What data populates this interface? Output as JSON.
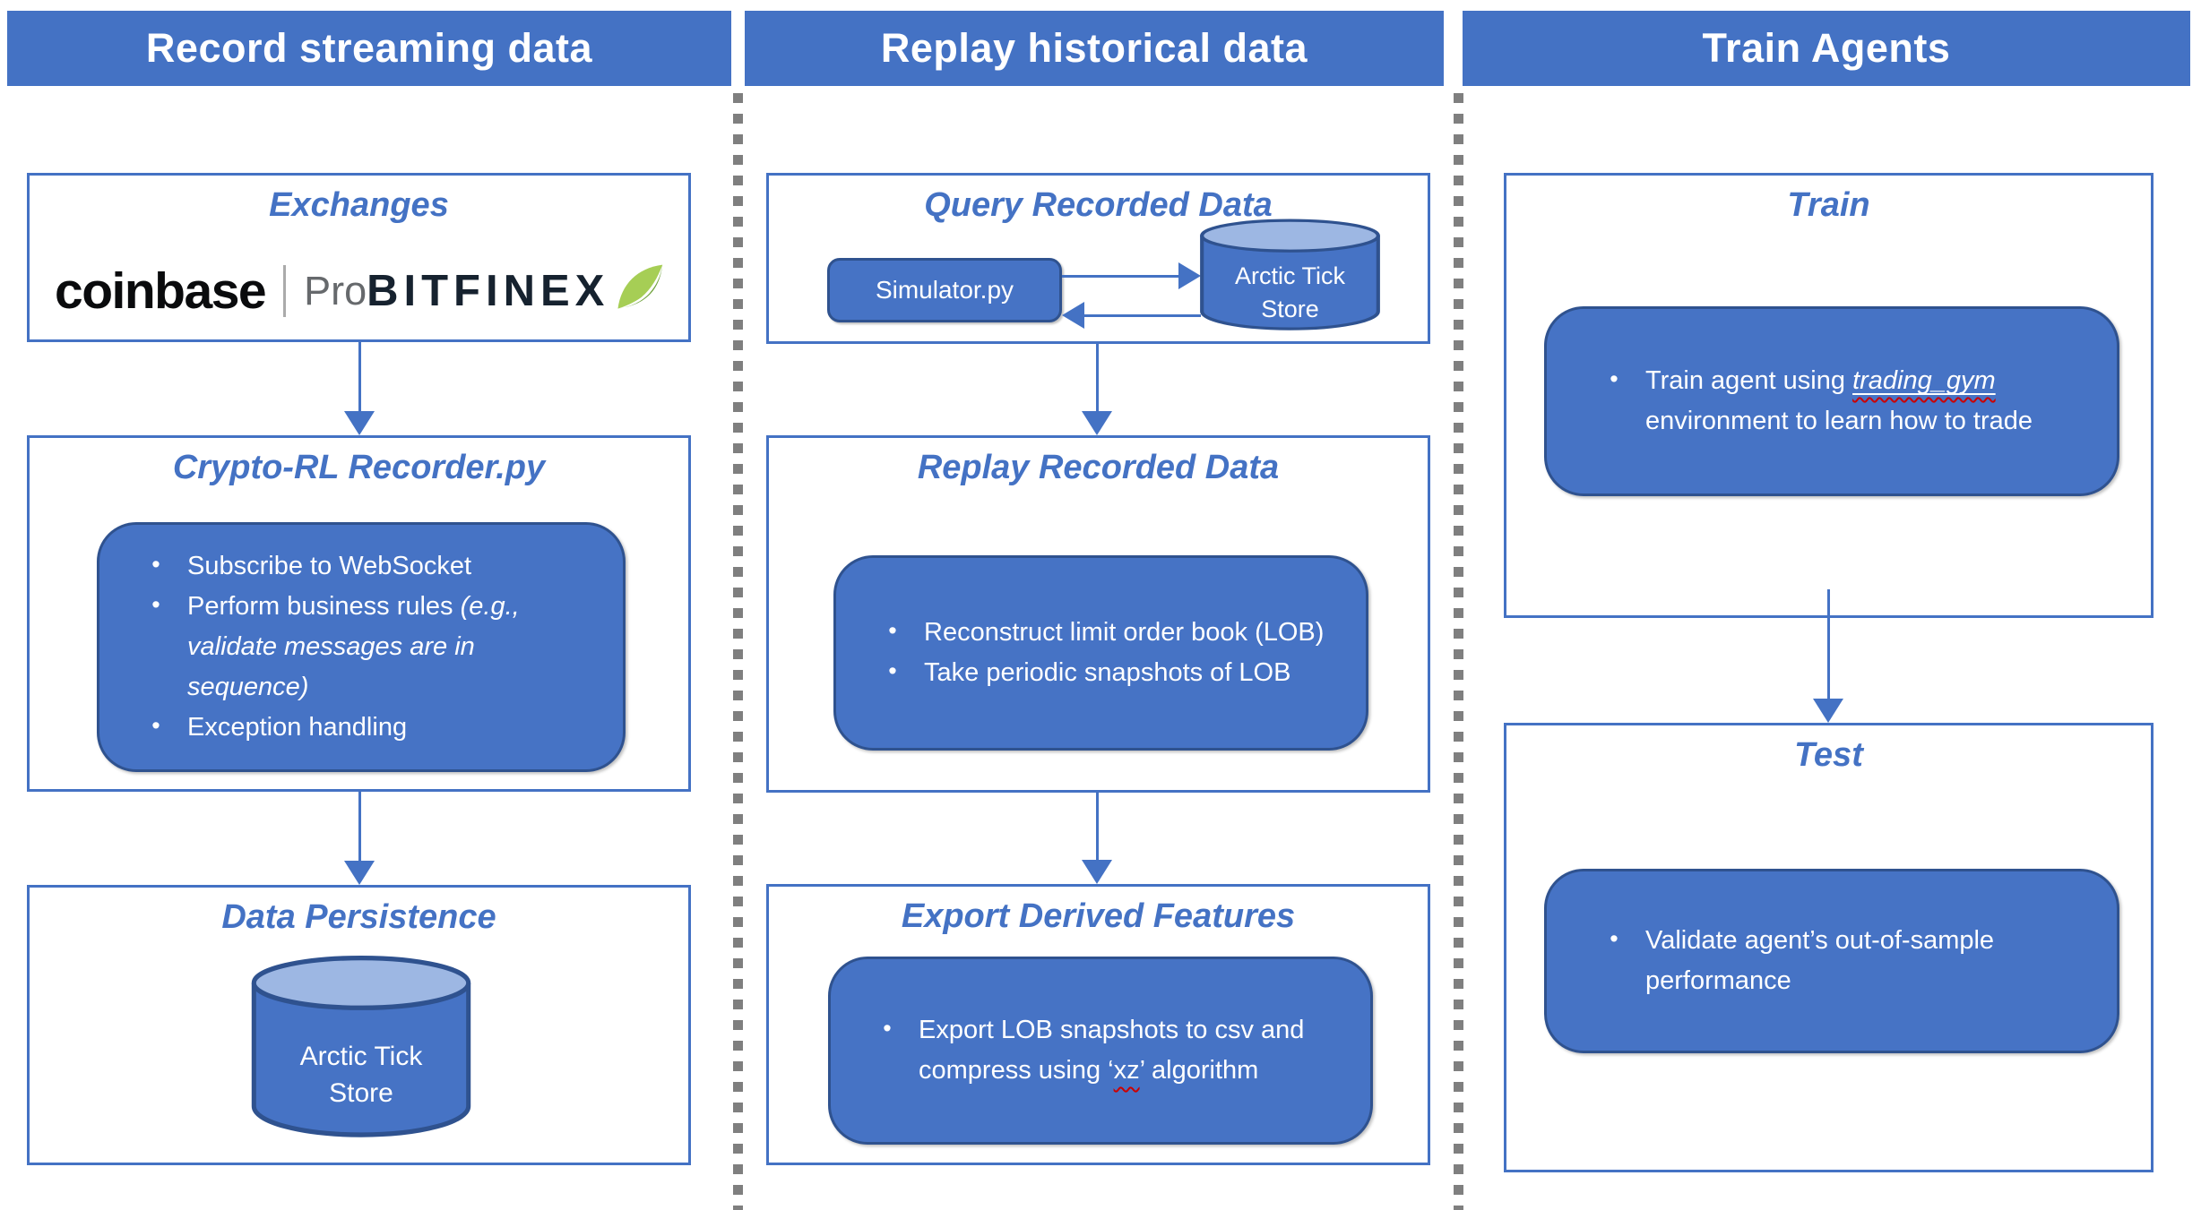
{
  "colors": {
    "accent_blue": "#4472C4",
    "inner_box_fill": "#4673C5",
    "inner_box_border": "#2F528F",
    "cylinder_top_fill": "#9DB7E3",
    "separator_gray": "#7F7F7F",
    "title_blue": "#4472C4",
    "squiggle_red": "#CC0000",
    "coinbase_text_color": "#0A0B0D",
    "coinbase_pro_color": "#66696C",
    "bitfinex_text_color": "#16222F",
    "leaf_green_light": "#A6CE55",
    "leaf_green_dark": "#71A33E"
  },
  "headers": {
    "col1": "Record streaming data",
    "col2": "Replay historical data",
    "col3": "Train Agents"
  },
  "col1": {
    "exchanges": {
      "title": "Exchanges",
      "coinbase_text": "coinbase",
      "pro_text": "Pro",
      "bitfinex_text": "BITFINEX"
    },
    "recorder": {
      "title": "Crypto-RL Recorder.py",
      "bullet_marker": "•",
      "bullets": [
        {
          "text": "Subscribe to WebSocket",
          "italic": ""
        },
        {
          "text": "Perform business rules ",
          "italic": "(e.g., validate messages are in sequence)"
        },
        {
          "text": "Exception handling",
          "italic": ""
        }
      ]
    },
    "persistence": {
      "title": "Data Persistence",
      "cylinder_label": "Arctic Tick Store"
    }
  },
  "col2": {
    "query": {
      "title": "Query Recorded Data",
      "simulator_label": "Simulator.py",
      "cylinder_label": "Arctic Tick Store"
    },
    "replay": {
      "title": "Replay Recorded Data",
      "bullet_marker": "•",
      "bullets": [
        "Reconstruct limit order book (LOB)",
        "Take periodic snapshots of LOB"
      ]
    },
    "export": {
      "title": "Export Derived Features",
      "bullet_marker": "•",
      "bullet_prefix": "Export LOB snapshots to csv and compress using ‘",
      "bullet_term": "xz",
      "bullet_suffix": "’ algorithm"
    }
  },
  "col3": {
    "train": {
      "title": "Train",
      "bullet_marker": "•",
      "bullet_prefix": "Train agent using ",
      "bullet_term": "trading_gym",
      "bullet_suffix": " environment to learn how to trade"
    },
    "test": {
      "title": "Test",
      "bullet_marker": "•",
      "bullet": "Validate agent’s out-of-sample performance"
    }
  }
}
